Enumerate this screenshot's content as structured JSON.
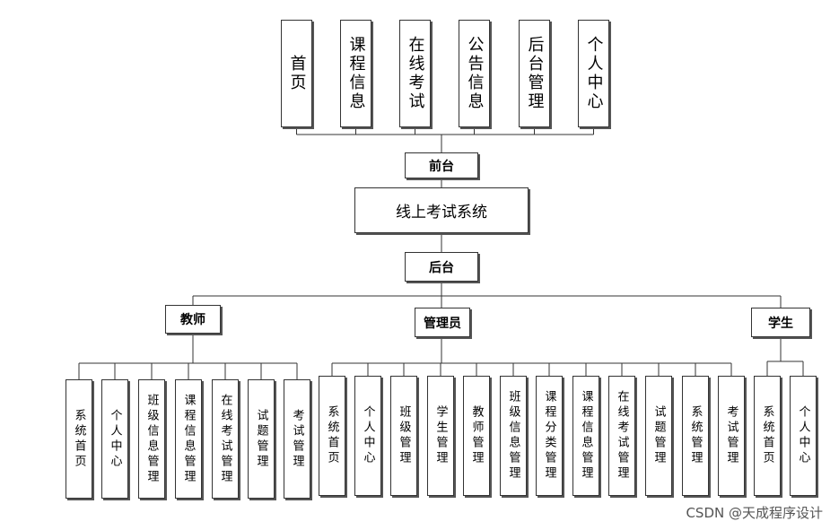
{
  "root": "线上考试系统",
  "front": {
    "label": "前台",
    "modules": [
      "首页",
      "课程信息",
      "在线考试",
      "公告信息",
      "后台管理",
      "个人中心"
    ]
  },
  "back": {
    "label": "后台",
    "roles": [
      {
        "label": "教师",
        "modules": [
          "系统首页",
          "个人中心",
          "班级信息管理",
          "课程信息管理",
          "在线考试管理",
          "试题管理",
          "考试管理"
        ]
      },
      {
        "label": "管理员",
        "modules": [
          "系统首页",
          "个人中心",
          "班级管理",
          "学生管理",
          "教师管理",
          "班级信息管理",
          "课程分类管理",
          "课程信息管理",
          "在线考试管理",
          "试题管理",
          "系统管理",
          "考试管理"
        ]
      },
      {
        "label": "学生",
        "modules": [
          "系统首页",
          "个人中心"
        ]
      }
    ]
  },
  "watermark": "CSDN @天成程序设计"
}
